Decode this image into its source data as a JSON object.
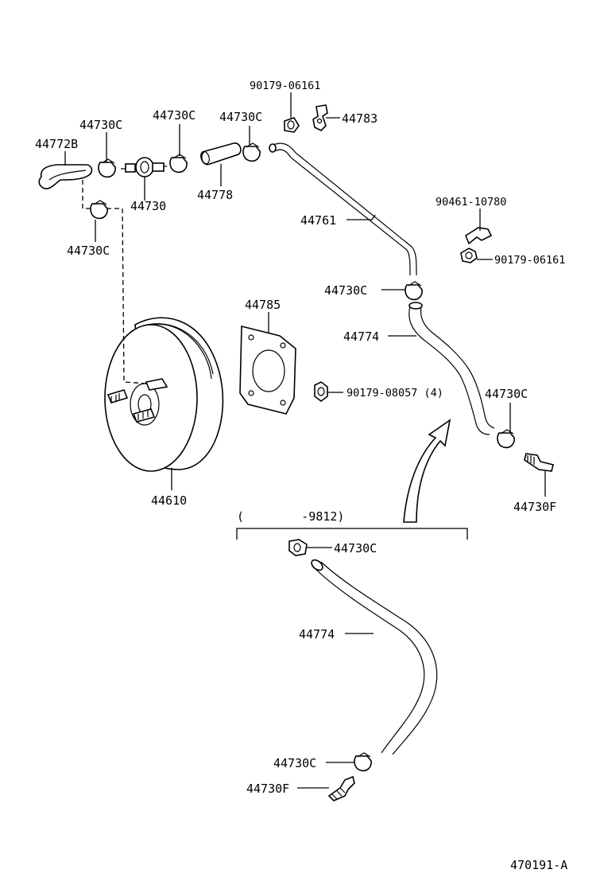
{
  "diagram": {
    "labels": {
      "bolt_90179_06161_top": "90179-06161",
      "bracket_44783": "44783",
      "clamp_44730C_a": "44730C",
      "clamp_44730C_b": "44730C",
      "clamp_44730C_c": "44730C",
      "hose_44772B": "44772B",
      "valve_44730": "44730",
      "hose_44778": "44778",
      "clamp_44730C_left": "44730C",
      "pipe_44761": "44761",
      "clip_90461_10780": "90461-10780",
      "bolt_90179_06161_right": "90179-06161",
      "clamp_44730C_mid": "44730C",
      "gasket_44785": "44785",
      "hose_44774_upper": "44774",
      "nut_90179_08057": "90179-08057 (4)",
      "clamp_44730C_right": "44730C",
      "booster_44610": "44610",
      "checkvalve_44730F_right": "44730F",
      "variant_range": "(        -9812)",
      "clamp_44730C_variant_top": "44730C",
      "hose_44774_lower": "44774",
      "clamp_44730C_variant_bottom": "44730C",
      "checkvalve_44730F_lower": "44730F",
      "figure_code": "470191-A"
    }
  }
}
